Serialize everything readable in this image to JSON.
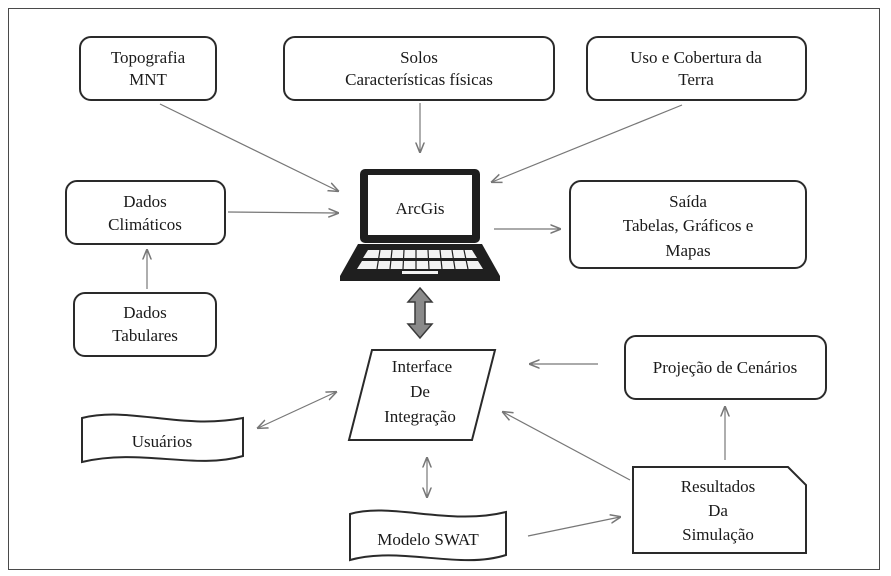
{
  "nodes": {
    "topografia": [
      "Topografia",
      "MNT"
    ],
    "solos": [
      "Solos",
      "Características físicas"
    ],
    "uso": [
      "Uso e Cobertura da",
      "Terra"
    ],
    "dados_climaticos": [
      "Dados",
      "Climáticos"
    ],
    "arcgis": "ArcGis",
    "saida": [
      "Saída",
      "Tabelas, Gráficos e",
      "Mapas"
    ],
    "dados_tabulares": [
      "Dados",
      "Tabulares"
    ],
    "interface": [
      "Interface",
      "De",
      "Integração"
    ],
    "projecao": "Projeção de Cenários",
    "usuarios": "Usuários",
    "resultados": [
      "Resultados",
      "Da",
      "Simulação"
    ],
    "modelo_swat": "Modelo SWAT"
  },
  "colors": {
    "border": "#2a2a2a",
    "arrow": "#777777",
    "double_arrow_fill": "#8a8a8a"
  }
}
